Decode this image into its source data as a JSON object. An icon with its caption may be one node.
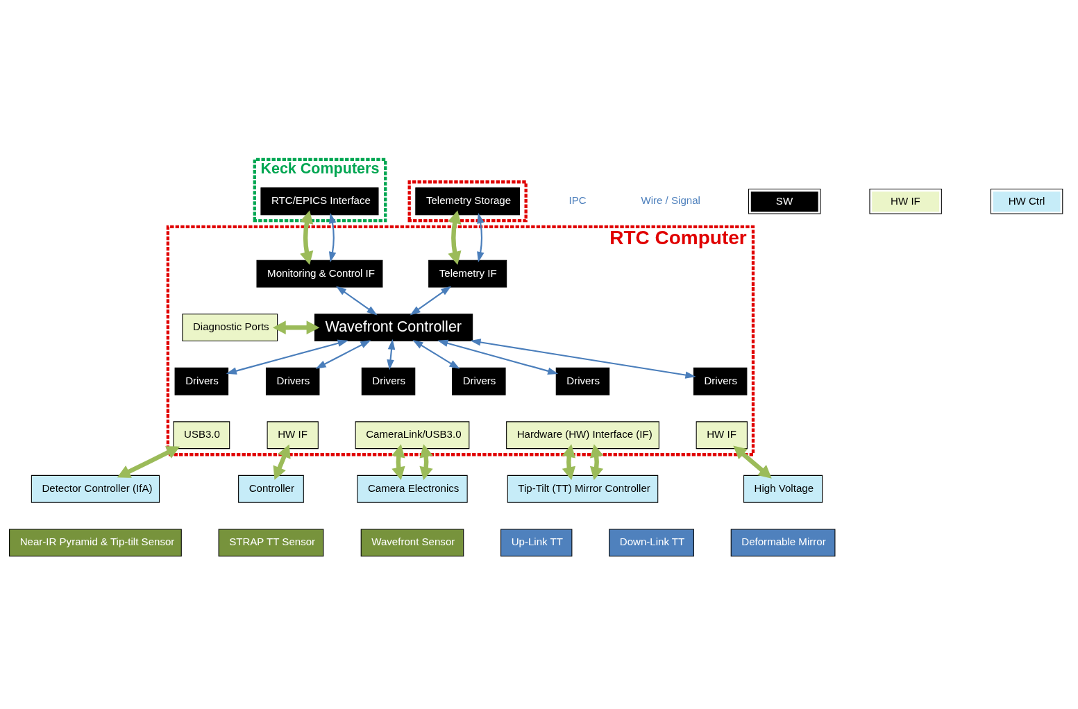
{
  "diagram": {
    "nodes": [
      {
        "text": [
          "Keck Computers"
        ]
      },
      {
        "text": [
          "RTC/EPICS Interface"
        ],
        "in": 0
      },
      {
        "text": [],
        "shape": "box"
      },
      {
        "text": [
          "Telemetry Storage"
        ],
        "in": 2
      },
      {
        "text": [
          "RTC Computer"
        ]
      },
      {
        "text": [
          "Monitoring & Control IF"
        ],
        "in": 4
      },
      {
        "text": [
          "Telemetry IF"
        ],
        "in": 4
      },
      {
        "text": [
          "Diagnostic Ports"
        ],
        "in": 4
      },
      {
        "text": [
          "Wavefront Controller"
        ],
        "in": 4
      },
      {
        "text": [
          "Drivers"
        ],
        "in": 4
      },
      {
        "text": [
          "USB3.0"
        ],
        "in": 4
      },
      {
        "text": [
          "Drivers"
        ],
        "in": 4
      },
      {
        "text": [
          "HW IF"
        ],
        "in": 4
      },
      {
        "text": [
          "Drivers"
        ],
        "in": 4
      },
      {
        "text": [
          "Drivers"
        ],
        "in": 4
      },
      {
        "text": [
          "CameraLink/USB3.0"
        ],
        "in": 4
      },
      {
        "text": [
          "Drivers"
        ],
        "in": 4
      },
      {
        "text": [
          "Hardware (HW) Interface (IF)"
        ],
        "in": 4
      },
      {
        "text": [
          "Drivers"
        ],
        "in": 4
      },
      {
        "text": [
          "HW IF"
        ],
        "in": 4
      },
      {
        "text": [
          "Detector Controller (IfA)"
        ]
      },
      {
        "text": [
          "Controller"
        ]
      },
      {
        "text": [
          "Camera Electronics"
        ]
      },
      {
        "text": [
          "Tip-Tilt (TT) Mirror Controller"
        ]
      },
      {
        "text": [
          "High Voltage"
        ]
      },
      {
        "text": [
          "Near-IR Pyramid & Tip-tilt Sensor"
        ]
      },
      {
        "text": [
          "STRAP TT Sensor"
        ]
      },
      {
        "text": [
          "Wavefront Sensor"
        ]
      },
      {
        "text": [
          "Up-Link TT"
        ]
      },
      {
        "text": [
          "Down-Link TT"
        ]
      },
      {
        "text": [
          "Deformable Mirror"
        ]
      }
    ],
    "edges": [
      {
        "from": 1,
        "to": 5,
        "arrow": "both",
        "style": "thick",
        "color": "#9bbb59"
      },
      {
        "from": 1,
        "to": 5,
        "arrow": "both",
        "color": "#4a7ebb"
      },
      {
        "from": 3,
        "to": 6,
        "arrow": "both",
        "style": "thick",
        "color": "#9bbb59"
      },
      {
        "from": 3,
        "to": 6,
        "arrow": "both",
        "color": "#4a7ebb"
      },
      {
        "from": 5,
        "to": 8,
        "arrow": "both",
        "color": "#4a7ebb"
      },
      {
        "from": 6,
        "to": 8,
        "arrow": "both",
        "color": "#4a7ebb"
      },
      {
        "from": 7,
        "to": 8,
        "arrow": "both",
        "style": "thick",
        "color": "#9bbb59"
      },
      {
        "from": 8,
        "to": 9,
        "arrow": "both",
        "color": "#4a7ebb"
      },
      {
        "from": 8,
        "to": 11,
        "arrow": "both",
        "color": "#4a7ebb"
      },
      {
        "from": 8,
        "to": 13,
        "arrow": "both",
        "color": "#4a7ebb"
      },
      {
        "from": 8,
        "to": 14,
        "arrow": "both",
        "color": "#4a7ebb"
      },
      {
        "from": 8,
        "to": 16,
        "arrow": "both",
        "color": "#4a7ebb"
      },
      {
        "from": 8,
        "to": 18,
        "arrow": "both",
        "color": "#4a7ebb"
      },
      {
        "from": 10,
        "to": 20,
        "arrow": "both",
        "style": "thick",
        "color": "#9bbb59"
      },
      {
        "from": 12,
        "to": 21,
        "arrow": "both",
        "style": "thick",
        "color": "#9bbb59"
      },
      {
        "from": 15,
        "to": 22,
        "arrow": "both",
        "style": "thick",
        "color": "#9bbb59"
      },
      {
        "from": 15,
        "to": 22,
        "arrow": "both",
        "style": "thick",
        "color": "#9bbb59"
      },
      {
        "from": 17,
        "to": 23,
        "arrow": "both",
        "style": "thick",
        "color": "#9bbb59"
      },
      {
        "from": 17,
        "to": 23,
        "arrow": "both",
        "style": "thick",
        "color": "#9bbb59"
      },
      {
        "from": 19,
        "to": 24,
        "arrow": "both",
        "style": "thick",
        "color": "#9bbb59"
      }
    ],
    "legend": [
      {
        "text": "IPC"
      },
      {
        "text": "Wire / Signal"
      },
      {
        "text": "SW",
        "color": "#000000"
      },
      {
        "text": "HW IF",
        "color": "#ebf5c8"
      },
      {
        "text": "HW Ctrl",
        "color": "#c6ecf8"
      }
    ]
  }
}
